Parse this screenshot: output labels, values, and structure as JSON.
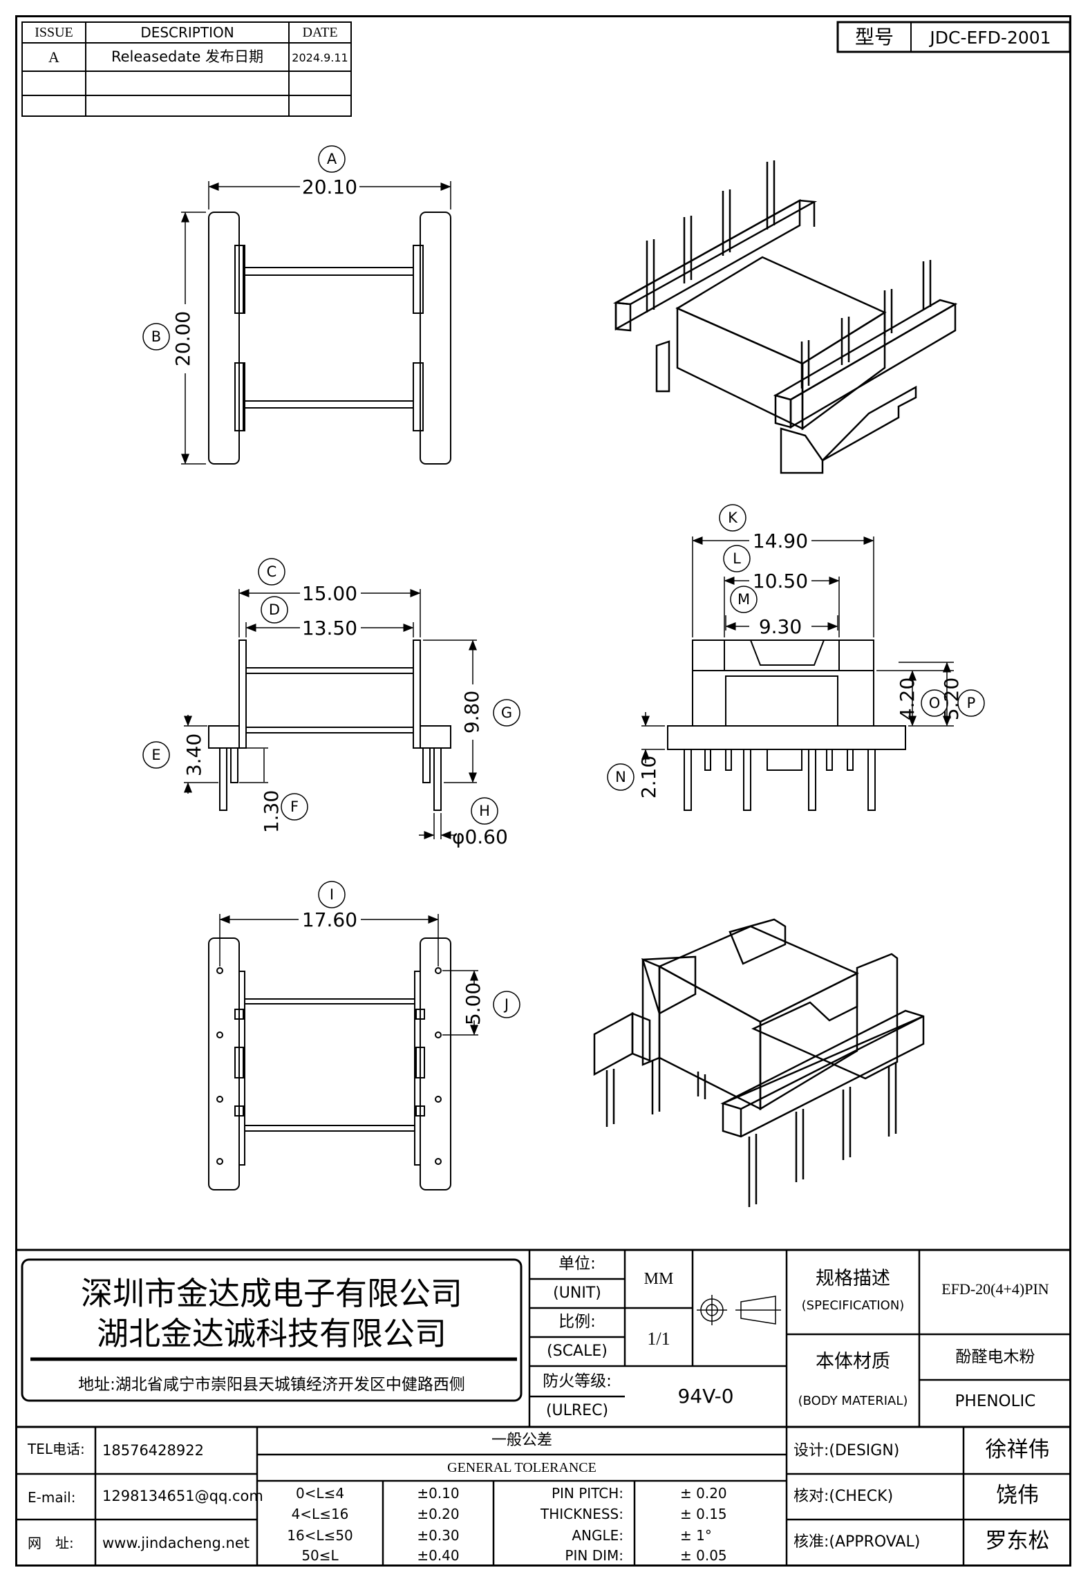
{
  "revision_table": {
    "headers": [
      "ISSUE",
      "DESCRIPTION",
      "DATE"
    ],
    "rows": [
      {
        "issue": "A",
        "description": "Releasedate 发布日期",
        "date": "2024.9.11"
      },
      {
        "issue": "",
        "description": "",
        "date": ""
      },
      {
        "issue": "",
        "description": "",
        "date": ""
      }
    ]
  },
  "model": {
    "label": "型号",
    "value": "JDC-EFD-2001"
  },
  "top_view": {
    "dimA": "20.10",
    "dimB": "20.00",
    "labelA": "A",
    "labelB": "B"
  },
  "front_view": {
    "dimC": "15.00",
    "dimD": "13.50",
    "dimG": "9.80",
    "dimE": "3.40",
    "dimF": "1.30",
    "dimH": "φ0.60",
    "labelC": "C",
    "labelD": "D",
    "labelG": "G",
    "labelE": "E",
    "labelF": "F",
    "labelH": "H"
  },
  "side_view": {
    "dimK": "14.90",
    "dimL": "10.50",
    "dimM": "9.30",
    "dimO": "4.20",
    "dimP": "5.20",
    "dimN": "2.10",
    "labelK": "K",
    "labelL": "L",
    "labelM": "M",
    "labelO": "O",
    "labelP": "P",
    "labelN": "N"
  },
  "bottom_view": {
    "dimI": "17.60",
    "dimJ": "5.00",
    "labelI": "I",
    "labelJ": "J"
  },
  "title_block": {
    "company_line1": "深圳市金达成电子有限公司",
    "company_line2": "湖北金达诚科技有限公司",
    "address": "地址:湖北省咸宁市崇阳县天城镇经济开发区中健路西侧",
    "unit_label_cn": "单位:",
    "unit_label_en": "(UNIT)",
    "unit_value": "MM",
    "scale_label_cn": "比例:",
    "scale_label_en": "(SCALE)",
    "scale_value": "1/1",
    "ulrec_label_cn": "防火等级:",
    "ulrec_label_en": "(ULREC)",
    "ulrec_value": "94V-0",
    "spec_label_cn": "规格描述",
    "spec_label_en": "(SPECIFICATION)",
    "spec_value": "EFD-20(4+4)PIN",
    "material_label_cn": "本体材质",
    "material_label_en": "(BODY MATERIAL)",
    "material_value_cn": "酚醛电木粉",
    "material_value_en": "PHENOLIC",
    "tel_label": "TEL电话:",
    "tel_value": "18576428922",
    "email_label": "E-mail:",
    "email_value": "1298134651@qq.com",
    "web_label": "网　址:",
    "web_value": "www.jindacheng.net",
    "tolerance_title_cn": "一般公差",
    "tolerance_title_en": "GENERAL TOLERANCE",
    "tolerance_rows": [
      {
        "range": "0<L≤4",
        "tol": "±0.10",
        "item": "PIN PITCH:",
        "val": "±  0.20"
      },
      {
        "range": "4<L≤16",
        "tol": "±0.20",
        "item": "THICKNESS:",
        "val": "±  0.15"
      },
      {
        "range": "16<L≤50",
        "tol": "±0.30",
        "item": "ANGLE:",
        "val": "±  1°"
      },
      {
        "range": "50≤L",
        "tol": "±0.40",
        "item": "PIN DIM:",
        "val": "±  0.05"
      }
    ],
    "design_label": "设计:(DESIGN)",
    "design_value": "徐祥伟",
    "check_label": "核对:(CHECK)",
    "check_value": "饶伟",
    "approval_label": "核准:(APPROVAL)",
    "approval_value": "罗东松"
  }
}
